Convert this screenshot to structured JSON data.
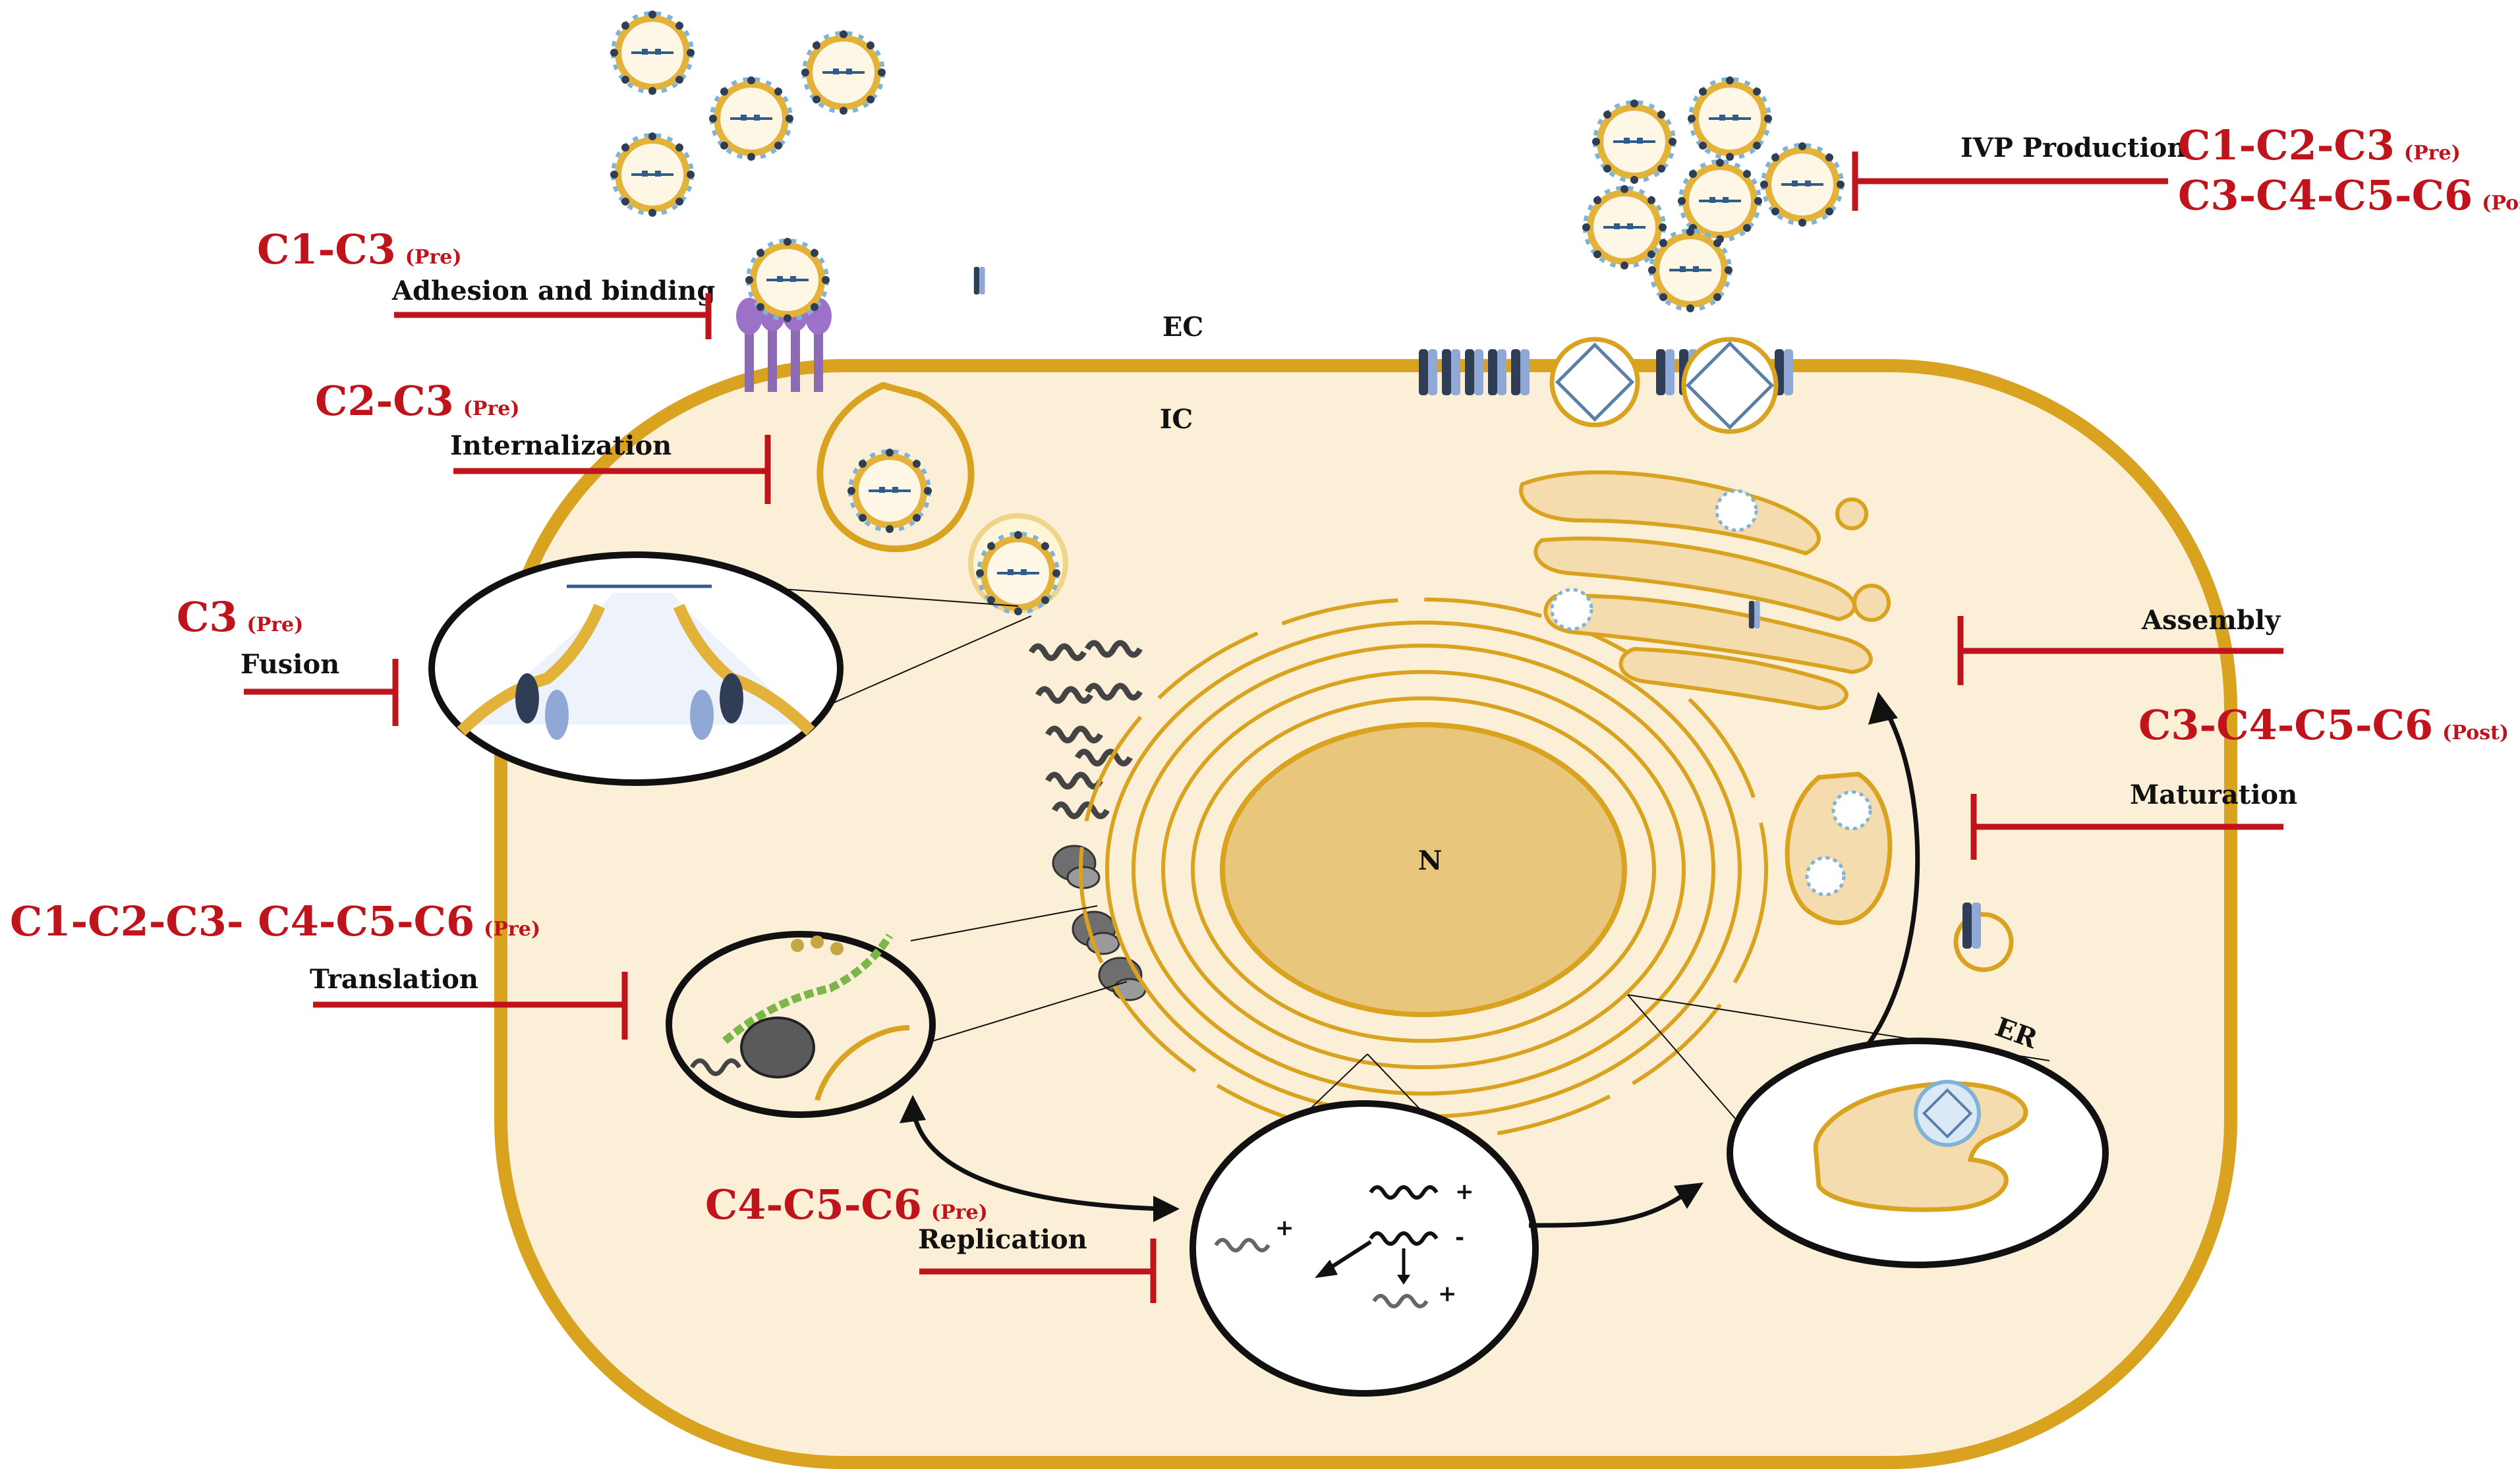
{
  "compartments": {
    "ec": "EC",
    "ic": "IC",
    "nucleus": "N",
    "er": "ER"
  },
  "steps": {
    "adhesion": {
      "label": "Adhesion and binding",
      "compounds": "C1-C3",
      "phase": "(Pre)"
    },
    "internalization": {
      "label": "Internalization",
      "compounds": "C2-C3",
      "phase": "(Pre)"
    },
    "fusion": {
      "label": "Fusion",
      "compounds": "C3",
      "phase": "(Pre)"
    },
    "translation": {
      "label": "Translation",
      "compounds": "C1-C2-C3- C4-C5-C6",
      "phase": "(Pre)"
    },
    "replication": {
      "label": "Replication",
      "compounds": "C4-C5-C6",
      "phase": "(Pre)"
    },
    "ivp": {
      "label": "IVP Production",
      "compounds_pre": "C1-C2-C3",
      "phase_pre": "(Pre)",
      "compounds_post": "C3-C4-C5-C6",
      "phase_post": "(Post)"
    },
    "assembly": {
      "label": "Assembly",
      "compounds": "C3-C4-C5-C6",
      "phase": "(Post)"
    },
    "maturation": {
      "label": "Maturation"
    }
  },
  "replication_signs": {
    "plus": "+",
    "minus": "-"
  },
  "colors": {
    "inhibitor": "#c0141c",
    "membrane": "#d9a21f",
    "cytoplasm": "#fbefd8",
    "nucleus": "#e8c77c"
  }
}
